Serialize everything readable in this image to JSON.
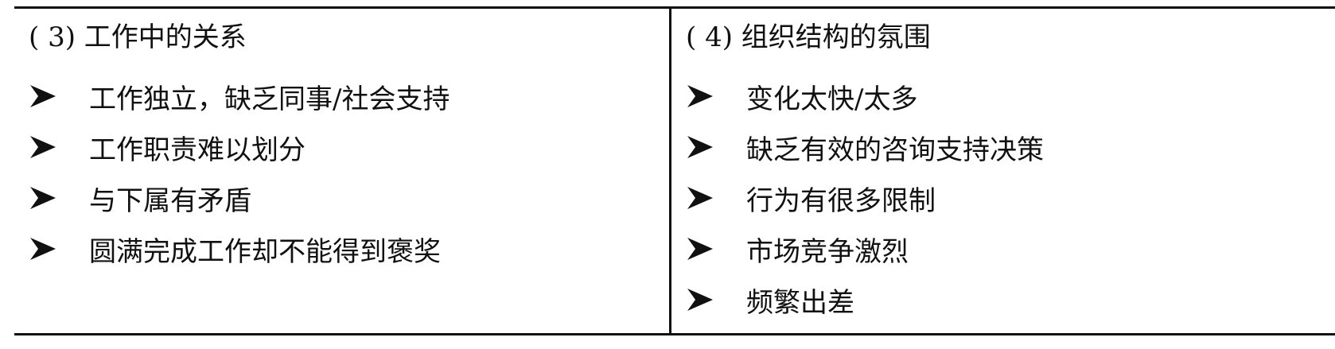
{
  "left": {
    "heading": "( 3) 工作中的关系",
    "bullet_icon": "arrow-bullet-icon",
    "items": [
      "工作独立，缺乏同事/社会支持",
      "工作职责难以划分",
      "与下属有矛盾",
      "圆满完成工作却不能得到褒奖"
    ]
  },
  "right": {
    "heading": "( 4) 组织结构的氛围",
    "bullet_icon": "arrow-bullet-icon",
    "items": [
      "变化太快/太多",
      "缺乏有效的咨询支持决策",
      "行为有很多限制",
      "市场竞争激烈",
      "频繁出差"
    ]
  }
}
